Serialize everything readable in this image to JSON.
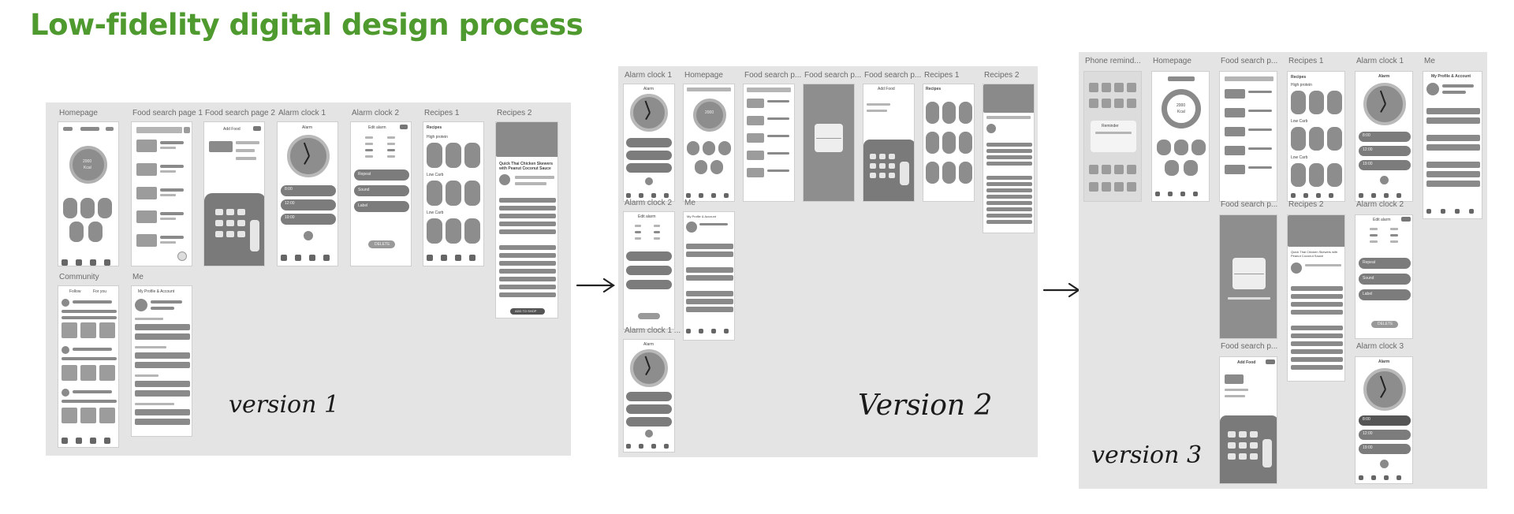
{
  "title": "Low-fidelity digital design process",
  "versions": [
    {
      "label": "version 1",
      "frames": [
        "Homepage",
        "Food search page 1",
        "Food search page 2",
        "Alarm clock 1",
        "Alarm clock 2",
        "Recipes 1",
        "Recipes 2",
        "Community",
        "Me"
      ]
    },
    {
      "label": "Version 2",
      "frames": [
        "Alarm clock 1",
        "Homepage",
        "Food search p...",
        "Food search p...",
        "Food search p...",
        "Recipes 1",
        "Recipes 2",
        "Alarm clock 2",
        "Me",
        "Alarm clock 1 ..."
      ]
    },
    {
      "label": "version 3",
      "frames": [
        "Phone remind...",
        "Homepage",
        "Food search p...",
        "Recipes 1",
        "Alarm clock 1",
        "Me",
        "Food search p...",
        "Recipes 2",
        "Alarm clock 2",
        "Food search p...",
        "Alarm clock 3"
      ]
    }
  ],
  "ui_text": {
    "kcal": "2000",
    "kcal_unit": "Kcal",
    "alarm": "Alarm",
    "edit_alarm": "Edit alarm",
    "add_food": "Add Food",
    "recipes": "Recipes",
    "high_protein": "High protein",
    "low_carb": "Low Carb",
    "my_profile": "My Profile & Account",
    "times": [
      "8:00",
      "12:00",
      "19:00"
    ],
    "repeat": "Repeat",
    "sound": "Sound",
    "label": "Label",
    "delete": "DELETE",
    "follow": "Follow",
    "for_you": "For you",
    "recipe_title": "Quick Thai Chicken Skewers with Peanut Coconut Sauce",
    "add_to_shop": "ADD TO SHOP",
    "reminder": "Reminder"
  }
}
